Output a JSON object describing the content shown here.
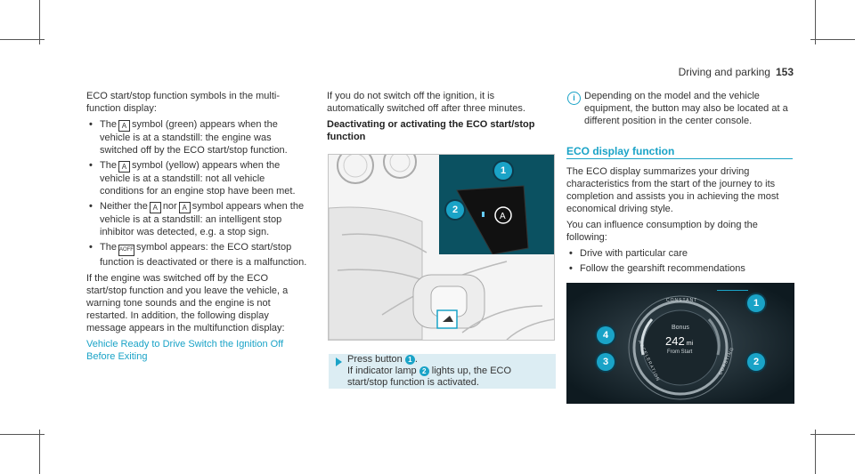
{
  "header": {
    "section": "Driving and parking",
    "page_number": "153"
  },
  "col1": {
    "intro": "ECO start/stop function symbols in the multi-function display:",
    "bullets": [
      {
        "pre": "The",
        "symbol": "A",
        "post": "symbol (green) appears when the vehicle is at a standstill: the engine was switched off by the ECO start/stop function."
      },
      {
        "pre": "The",
        "symbol": "A",
        "post": "symbol (yellow) appears when the vehicle is at a standstill: not all vehicle conditions for an engine stop have been met."
      },
      {
        "pre": "Neither the",
        "symbol": "A",
        "mid": "nor",
        "symbol2": "A",
        "post": "symbol appears when the vehicle is at a standstill: an intelligent stop inhibitor was detected, e.g. a stop sign."
      },
      {
        "pre": "The",
        "symbol": "AOFF",
        "post": "symbol appears: the ECO start/stop function is deactivated or there is a malfunction."
      }
    ],
    "para": "If the engine was switched off by the ECO start/stop function and you leave the vehicle, a warning tone sounds and the engine is not restarted. In addition, the following display message appears in the multifunction display:",
    "message": "Vehicle Ready to Drive Switch the Ignition Off Before Exiting"
  },
  "col2": {
    "para": "If you do not switch off the ignition, it is automatically switched off after three minutes.",
    "heading": "Deactivating or activating the ECO start/stop function",
    "fig_callouts": [
      "1",
      "2"
    ],
    "step_text1": "Press button",
    "step_num1": "1",
    "step_text2": "If indicator lamp",
    "step_num2": "2",
    "step_text3": "lights up, the ECO start/stop function is activated."
  },
  "col3": {
    "info_icon": "i",
    "info": "Depending on the model and the vehicle equipment, the button may also be located at a different position in the center console.",
    "heading": "ECO display function",
    "para1": "The ECO display summarizes your driving characteristics from the start of the journey to its completion and assists you in achieving the most economical driving style.",
    "para2": "You can influence consumption by doing the following:",
    "bullets": [
      "Drive with particular care",
      "Follow the gearshift recommendations"
    ],
    "display": {
      "constant": "CONSTANT",
      "acceleration": "ACCELERATION",
      "coasting": "COASTING",
      "bonus_label": "Bonus",
      "bonus_value": "242",
      "bonus_unit": "mi",
      "bonus_sub": "From Start",
      "callouts": [
        "1",
        "2",
        "3",
        "4"
      ]
    }
  },
  "colors": {
    "accent": "#1aa3c7",
    "step_bg": "#dcedf3",
    "display_bg": "#0e1a20"
  }
}
